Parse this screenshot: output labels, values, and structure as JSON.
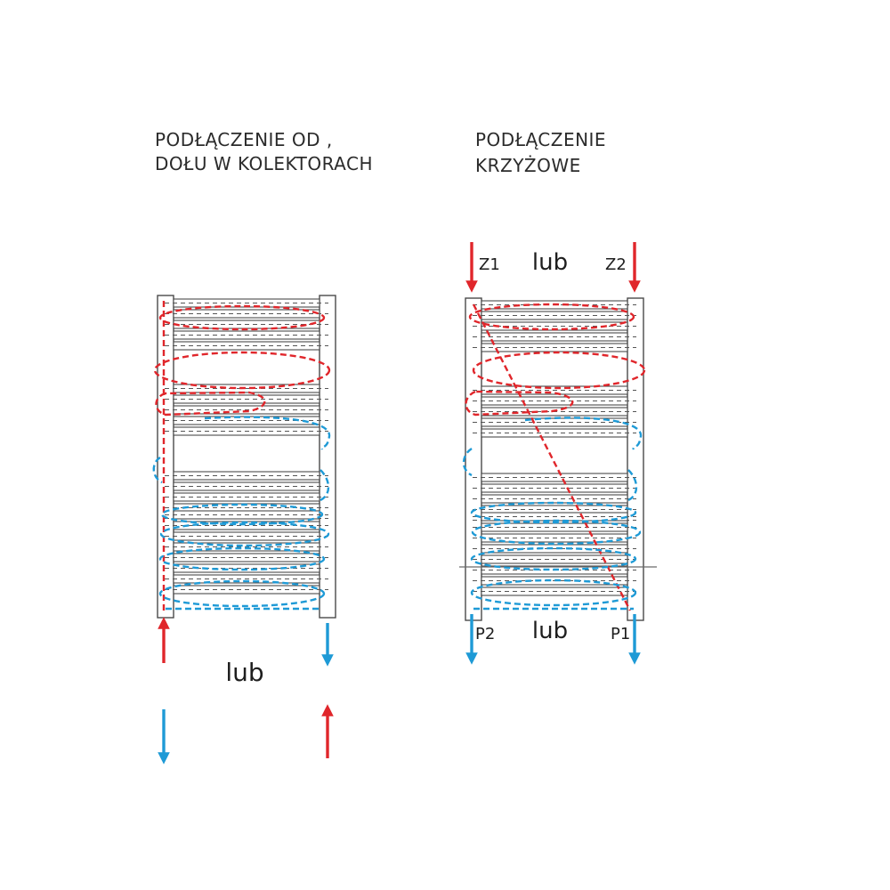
{
  "left_diagram": {
    "title_line1": "PODŁĄCZENIE OD ,",
    "title_line2": "DOŁU W KOLEKTORACH",
    "or_label": "lub"
  },
  "right_diagram": {
    "title_line1": "PODŁĄCZENIE",
    "title_line2": "KRZYŻOWE",
    "top_or_label": "lub",
    "bottom_or_label": "lub",
    "supply_left": "Z1",
    "supply_right": "Z2",
    "return_left": "P2",
    "return_right": "P1"
  },
  "colors": {
    "hot": "#e0262b",
    "cold": "#1e9ad6",
    "frame": "#4a4a4a"
  }
}
